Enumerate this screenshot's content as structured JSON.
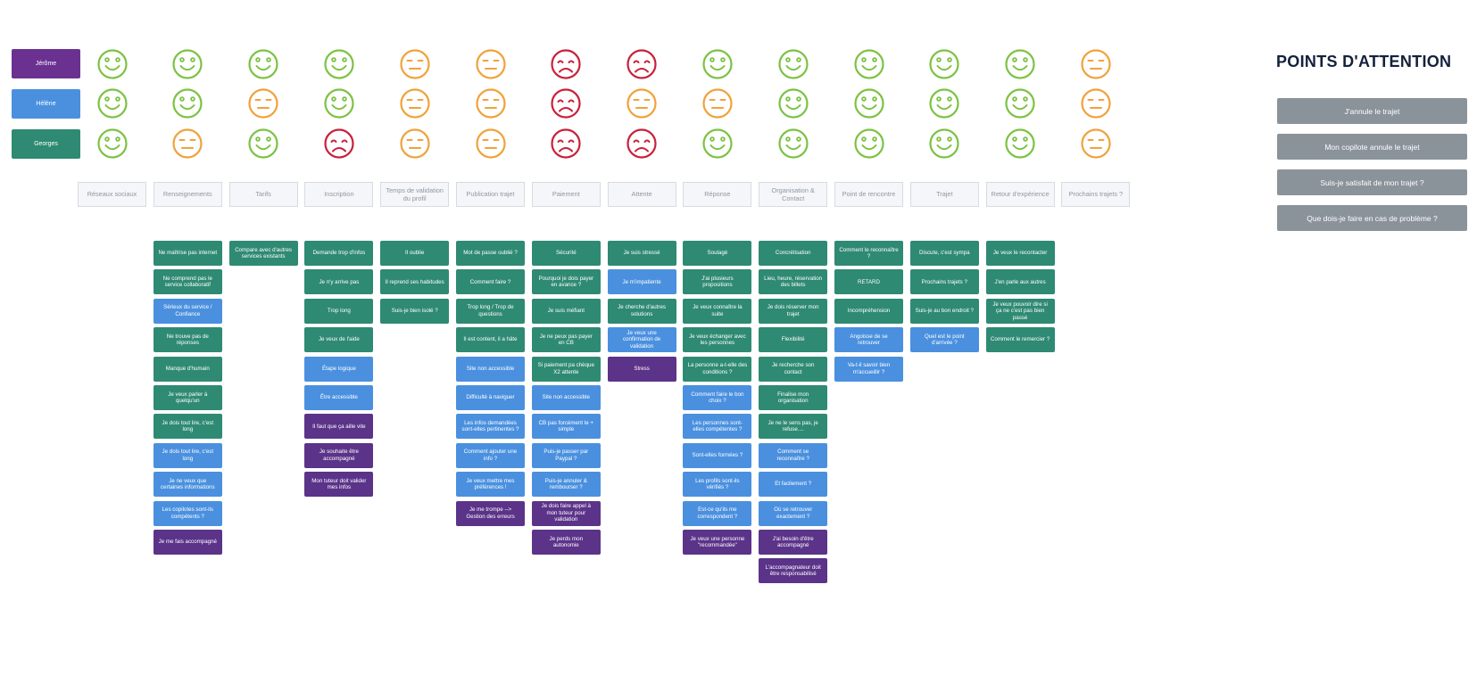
{
  "colors": {
    "happy": "#7cc242",
    "neutral": "#f0a23a",
    "sad": "#c8203b",
    "persona_jerome": "#6b3191",
    "persona_helene": "#4a90df",
    "persona_georges": "#2e8a72",
    "card_green": "#2f8a73",
    "card_blue": "#4a90df",
    "card_purple": "#5b3389",
    "attention_button": "#8b939a"
  },
  "personas": [
    {
      "name": "Jérôme",
      "color": "#6b3191",
      "moods": [
        "happy",
        "happy",
        "happy",
        "happy",
        "neutral",
        "neutral",
        "sad",
        "sad",
        "happy",
        "happy",
        "happy",
        "happy",
        "happy",
        "neutral"
      ]
    },
    {
      "name": "Hélène",
      "color": "#4a90df",
      "moods": [
        "happy",
        "happy",
        "neutral",
        "happy",
        "neutral",
        "neutral",
        "sad",
        "neutral",
        "neutral",
        "happy",
        "happy",
        "happy",
        "happy",
        "neutral"
      ]
    },
    {
      "name": "Georges",
      "color": "#2e8a72",
      "moods": [
        "happy",
        "neutral",
        "happy",
        "sad",
        "neutral",
        "neutral",
        "sad",
        "sad",
        "happy",
        "happy",
        "happy",
        "happy",
        "happy",
        "neutral"
      ]
    }
  ],
  "stages": [
    {
      "label": "Réseaux sociaux",
      "cards": [],
      "color_keys": []
    },
    {
      "label": "Renseignements",
      "cards": [
        "Ne maîtrise pas internet",
        "Ne comprend pas le service collaboratif",
        "Sérieux du service / Confiance",
        "Ne trouve pas de réponses",
        "Manque d'humain",
        "Je veux parler à quelqu'un",
        "Je dois tout lire, c'est long",
        "Je dois tout lire, c'est long",
        "Je ne veux que certaines informations",
        "Les copilotes sont-ils compétents ?",
        "Je me fais accompagné"
      ],
      "color_keys": [
        "green",
        "green",
        "blue",
        "green",
        "green",
        "green",
        "green",
        "blue",
        "blue",
        "blue",
        "purple"
      ]
    },
    {
      "label": "Tarifs",
      "cards": [
        "Compare avec d'autres services existants"
      ],
      "color_keys": [
        "green"
      ]
    },
    {
      "label": "Inscription",
      "cards": [
        "Demande trop d'infos",
        "Je n'y arrive pas",
        "Trop long",
        "Je veux de l'aide",
        "Étape logique",
        "Être accessible",
        "Il faut que ça aille vite",
        "Je souhaite être accompagné",
        "Mon tuteur doit valider mes infos"
      ],
      "color_keys": [
        "green",
        "green",
        "green",
        "green",
        "blue",
        "blue",
        "purple",
        "purple",
        "purple"
      ]
    },
    {
      "label": "Temps de validation du profil",
      "cards": [
        "Il oublie",
        "Il reprend ses habitudes",
        "Suis-je bien isolé ?"
      ],
      "color_keys": [
        "green",
        "green",
        "green"
      ]
    },
    {
      "label": "Publication trajet",
      "cards": [
        "Mot de passe oublié ?",
        "Comment faire ?",
        "Trop long / Trop de questions",
        "Il est content, il a hâte",
        "Site non accessible",
        "Difficulté à naviguer",
        "Les infos demandées sont-elles pertinentes ?",
        "Comment ajouter une info ?",
        "Je veux mettre mes préférences !",
        "Je me trompe --> Gestion des erreurs"
      ],
      "color_keys": [
        "green",
        "green",
        "green",
        "green",
        "blue",
        "blue",
        "blue",
        "blue",
        "blue",
        "purple"
      ]
    },
    {
      "label": "Paiement",
      "cards": [
        "Sécurité",
        "Pourquoi je dois payer en avance ?",
        "Je suis méfiant",
        "Je ne peux pas payer en CB",
        "Si paiement pa chèque X2 attente",
        "Site non accessible",
        "CB pas forcément le + simple",
        "Puis-je passer par Paypal ?",
        "Puis-je annuler & rembourser ?",
        "Je dois faire appel à mon tuteur pour validation",
        "Je perds mon autonomie"
      ],
      "color_keys": [
        "green",
        "green",
        "green",
        "green",
        "green",
        "blue",
        "blue",
        "blue",
        "blue",
        "purple",
        "purple"
      ]
    },
    {
      "label": "Attente",
      "cards": [
        "Je suis stressé",
        "Je m'impatiente",
        "Je cherche d'autres solutions",
        "Je veux une confirmation de validation",
        "Stress"
      ],
      "color_keys": [
        "green",
        "blue",
        "green",
        "blue",
        "purple"
      ]
    },
    {
      "label": "Réponse",
      "cards": [
        "Soulagé",
        "J'ai plusieurs propositions",
        "Je veux connaître la suite",
        "Je veux échanger avec les personnes",
        "La personne a-t-elle des conditions ?",
        "Comment faire le bon choix ?",
        "Les personnes sont-elles compétentes ?",
        "Sont-elles formées ?",
        "Les profils sont-ils vérifiés ?",
        "Est-ce qu'ils me correspondent ?",
        "Je veux une personne \"recommandée\""
      ],
      "color_keys": [
        "green",
        "green",
        "green",
        "green",
        "green",
        "blue",
        "blue",
        "blue",
        "blue",
        "blue",
        "purple"
      ]
    },
    {
      "label": "Organisation & Contact",
      "cards": [
        "Concrétisation",
        "Lieu, heure, réservation des billets",
        "Je dois réserver mon trajet",
        "Flexibilité",
        "Je recherche son contact",
        "Finalise mon organisation",
        "Je ne le sens pas, je refuse....",
        "Comment se reconnaître ?",
        "Et facilement ?",
        "Où se retrouver exactement ?",
        "J'ai besoin d'être accompagné",
        "L'accompagnateur doit être responsabilisé"
      ],
      "color_keys": [
        "green",
        "green",
        "green",
        "green",
        "green",
        "green",
        "green",
        "blue",
        "blue",
        "blue",
        "purple",
        "purple"
      ]
    },
    {
      "label": "Point de rencontre",
      "cards": [
        "Comment le reconnaître ?",
        "RETARD",
        "Incompréhension",
        "Angoisse de se retrouver",
        "Va-t-il savoir bien m'accueillir ?"
      ],
      "color_keys": [
        "green",
        "green",
        "green",
        "blue",
        "blue"
      ]
    },
    {
      "label": "Trajet",
      "cards": [
        "Discute, c'est sympa",
        "Prochains trajets ?",
        "Suis-je au bon endroit ?",
        "Quel est le point d'arrivée ?"
      ],
      "color_keys": [
        "green",
        "green",
        "green",
        "blue"
      ]
    },
    {
      "label": "Retour d'expérience",
      "cards": [
        "Je veux le recontacter",
        "J'en parle aux autres",
        "Je veux pouvoir dire si ça ne c'est pas bien passé",
        "Comment le remercier ?"
      ],
      "color_keys": [
        "green",
        "green",
        "green",
        "green"
      ]
    },
    {
      "label": "Prochains trajets ?",
      "cards": [],
      "color_keys": []
    }
  ],
  "attention": {
    "title": "POINTS D'ATTENTION",
    "items": [
      "J'annule le trajet",
      "Mon copilote annule le trajet",
      "Suis-je satisfait de mon trajet ?",
      "Que dois-je faire en cas de problème ?"
    ]
  }
}
